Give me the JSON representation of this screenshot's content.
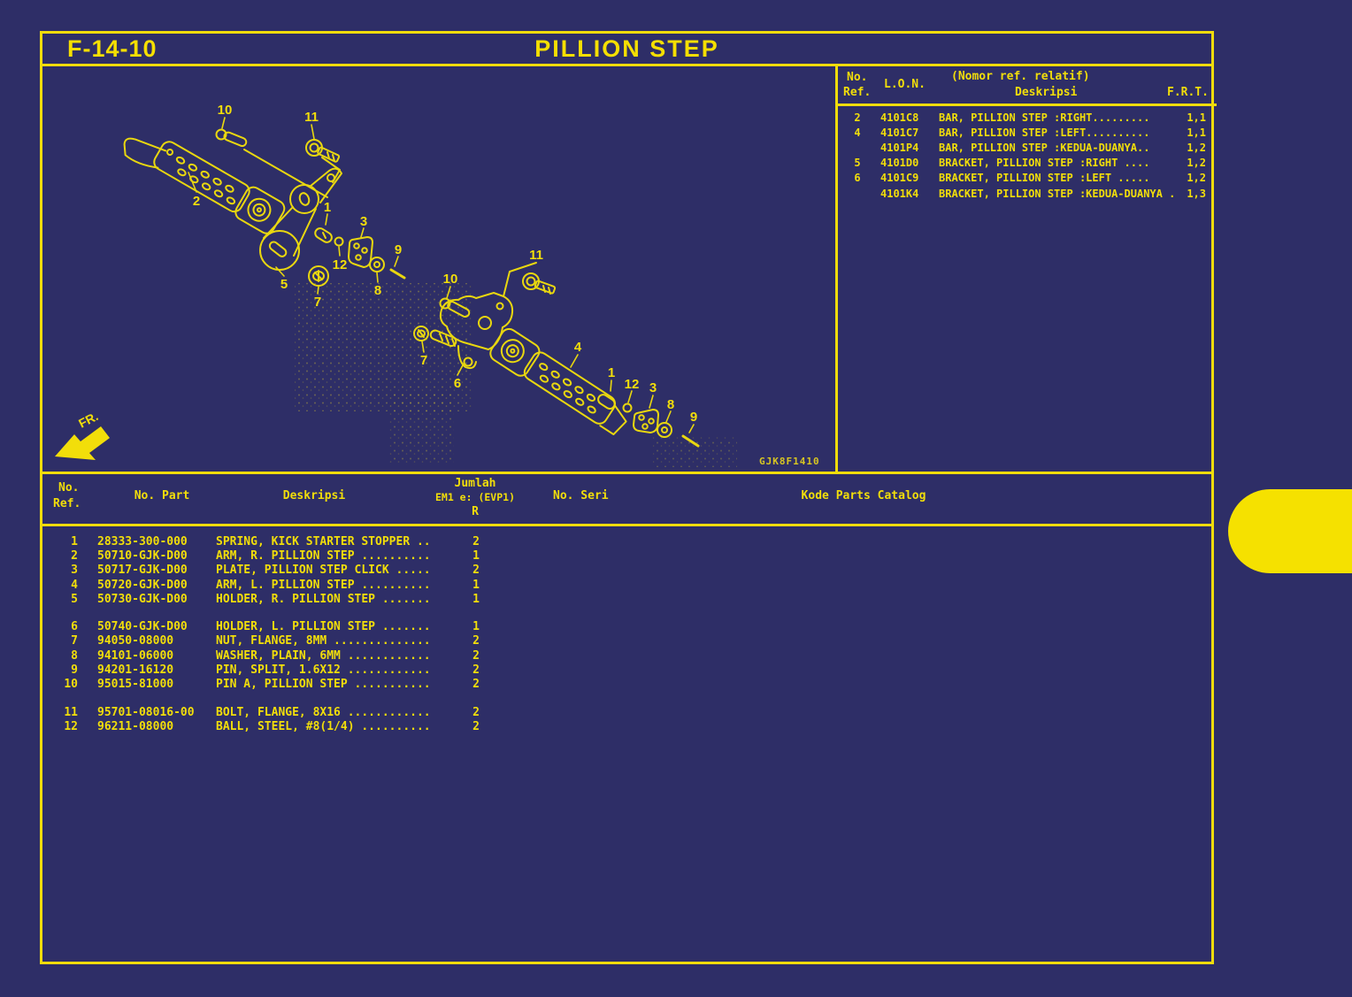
{
  "page": {
    "code": "F-14-10",
    "title": "PILLION STEP",
    "figure_id": "GJK8F1410",
    "fr_label": "FR."
  },
  "colors": {
    "background": "#2e2e67",
    "line_yellow": "#f0dc0c",
    "text_yellow": "#f2de0a",
    "pill_yellow": "#f5e100"
  },
  "ref_table": {
    "headers": {
      "no": "No.",
      "ref": "Ref.",
      "lon": "L.O.N.",
      "relative_note": "(Nomor ref. relatif)",
      "deskripsi": "Deskripsi",
      "frt": "F.R.T."
    },
    "rows": [
      {
        "ref": "2",
        "lon": "4101C8",
        "desc": "BAR, PILLION STEP :RIGHT.........",
        "frt": "1,1"
      },
      {
        "ref": "4",
        "lon": "4101C7",
        "desc": "BAR, PILLION STEP :LEFT..........",
        "frt": "1,1"
      },
      {
        "ref": "",
        "lon": "4101P4",
        "desc": "BAR, PILLION STEP :KEDUA-DUANYA..",
        "frt": "1,2"
      },
      {
        "ref": "5",
        "lon": "4101D0",
        "desc": "BRACKET, PILLION STEP :RIGHT ....",
        "frt": "1,2"
      },
      {
        "ref": "6",
        "lon": "4101C9",
        "desc": "BRACKET, PILLION STEP :LEFT .....",
        "frt": "1,2"
      },
      {
        "ref": "",
        "lon": "4101K4",
        "desc": "BRACKET, PILLION STEP :KEDUA-DUANYA .",
        "frt": "1,3"
      }
    ]
  },
  "parts_table": {
    "headers": {
      "no": "No.",
      "ref": "Ref.",
      "no_part": "No. Part",
      "deskripsi": "Deskripsi",
      "jumlah_1": "Jumlah",
      "jumlah_2": "EM1 e: (EVP1)",
      "jumlah_3": "R",
      "no_seri": "No. Seri",
      "kode": "Kode Parts Catalog"
    },
    "rows": [
      {
        "ref": "1",
        "part": "28333-300-000",
        "desc": "SPRING, KICK STARTER STOPPER ..",
        "qty": "2"
      },
      {
        "ref": "2",
        "part": "50710-GJK-D00",
        "desc": "ARM, R. PILLION STEP ..........",
        "qty": "1"
      },
      {
        "ref": "3",
        "part": "50717-GJK-D00",
        "desc": "PLATE, PILLION STEP CLICK .....",
        "qty": "2"
      },
      {
        "ref": "4",
        "part": "50720-GJK-D00",
        "desc": "ARM, L. PILLION STEP ..........",
        "qty": "1"
      },
      {
        "ref": "5",
        "part": "50730-GJK-D00",
        "desc": "HOLDER, R. PILLION STEP .......",
        "qty": "1"
      },
      {
        "ref": "6",
        "part": "50740-GJK-D00",
        "desc": "HOLDER, L. PILLION STEP .......",
        "qty": "1"
      },
      {
        "ref": "7",
        "part": "94050-08000",
        "desc": "NUT, FLANGE, 8MM ..............",
        "qty": "2"
      },
      {
        "ref": "8",
        "part": "94101-06000",
        "desc": "WASHER, PLAIN, 6MM ............",
        "qty": "2"
      },
      {
        "ref": "9",
        "part": "94201-16120",
        "desc": "PIN, SPLIT, 1.6X12 ............",
        "qty": "2"
      },
      {
        "ref": "10",
        "part": "95015-81000",
        "desc": "PIN A, PILLION STEP ...........",
        "qty": "2"
      },
      {
        "ref": "11",
        "part": "95701-08016-00",
        "desc": "BOLT, FLANGE, 8X16 ............",
        "qty": "2"
      },
      {
        "ref": "12",
        "part": "96211-08000",
        "desc": "BALL, STEEL, #8(1/4) ..........",
        "qty": "2"
      }
    ]
  },
  "diagram": {
    "callouts": {
      "n1": "1",
      "n2": "2",
      "n3": "3",
      "n4": "4",
      "n5": "5",
      "n6": "6",
      "n7": "7",
      "n8": "8",
      "n9": "9",
      "n10": "10",
      "n11": "11",
      "n12": "12"
    }
  }
}
